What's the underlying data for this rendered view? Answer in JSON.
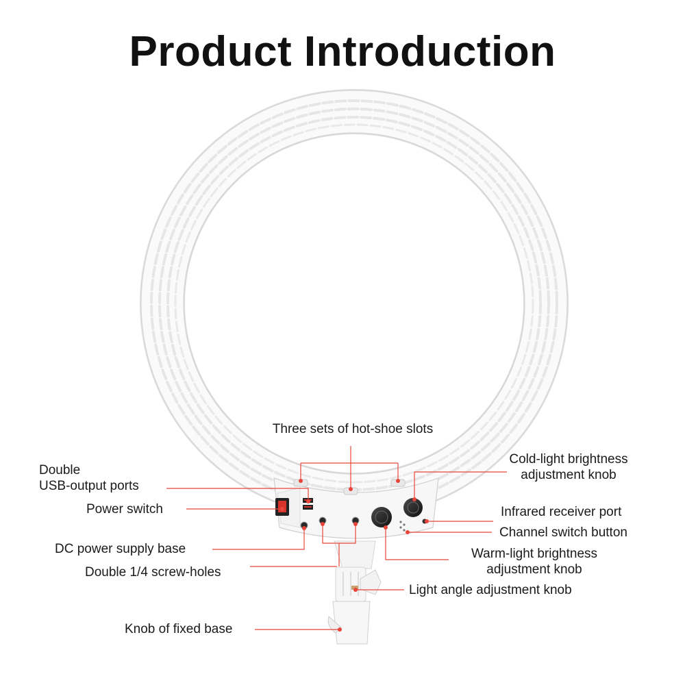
{
  "page": {
    "title": "Product Introduction"
  },
  "callouts": {
    "hot_shoe": "Three sets of hot-shoe slots",
    "usb_ports_line1": "Double",
    "usb_ports_line2": "USB-output ports",
    "power_switch": "Power switch",
    "dc_power": "DC power supply base",
    "screw_holes": "Double 1/4 screw-holes",
    "knob_fixed_base": "Knob of fixed base",
    "cold_light_line1": "Cold-light brightness",
    "cold_light_line2": "adjustment knob",
    "infrared": "Infrared receiver port",
    "channel_switch": "Channel switch button",
    "warm_light_line1": "Warm-light brightness",
    "warm_light_line2": "adjustment knob",
    "light_angle": "Light angle adjustment knob"
  },
  "colors": {
    "leader_line": "#e8463a",
    "ring_body": "#fbfbfb",
    "ring_edge": "#d9d9d9"
  }
}
